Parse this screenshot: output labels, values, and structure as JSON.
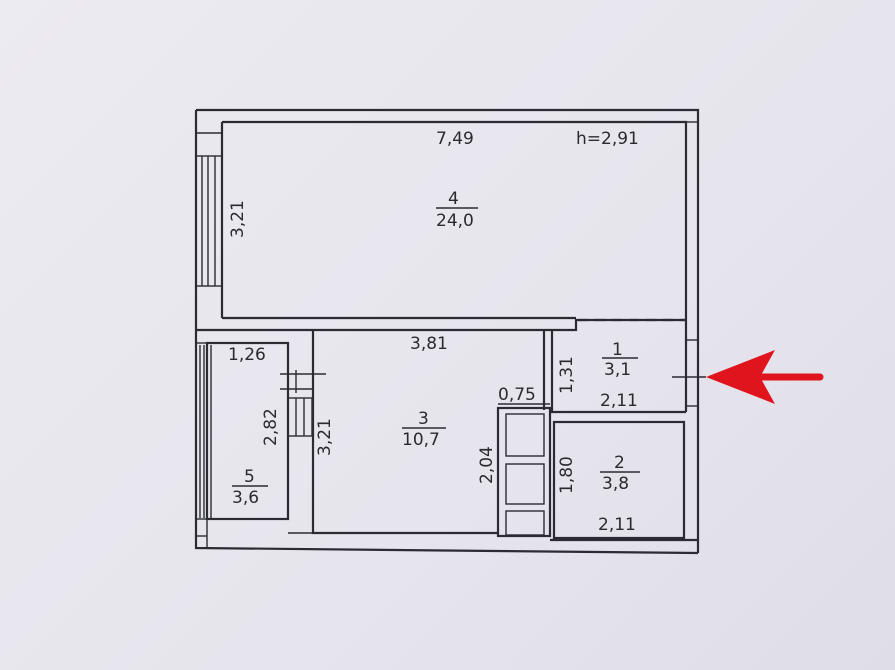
{
  "plan": {
    "height_note": "h=2,91",
    "rooms": [
      {
        "id": "1",
        "number": "1",
        "area": "3,1"
      },
      {
        "id": "2",
        "number": "2",
        "area": "3,8"
      },
      {
        "id": "3",
        "number": "3",
        "area": "10,7"
      },
      {
        "id": "4",
        "number": "4",
        "area": "24,0"
      },
      {
        "id": "5",
        "number": "5",
        "area": "3,6"
      }
    ],
    "dimensions": {
      "room4_width": "7,49",
      "room4_depth": "3,21",
      "room3_width": "3,81",
      "room3_depth": "3,21",
      "room5_width": "1,26",
      "room5_depth": "2,82",
      "room1_depth": "1,31",
      "room1_width": "2,11",
      "room2_depth": "1,80",
      "room2_width": "2,11",
      "closet_width": "0,75",
      "closet_depth": "2,04"
    },
    "arrow_color": "#e0141c",
    "ink_color": "#2b2b33"
  }
}
